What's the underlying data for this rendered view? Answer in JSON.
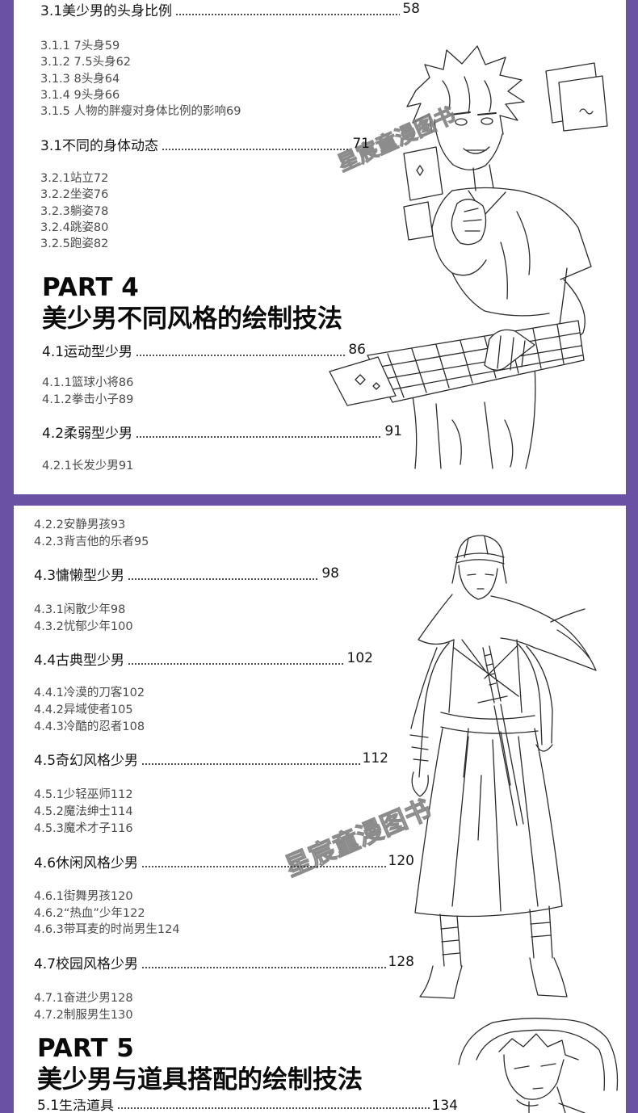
{
  "colors": {
    "frame": "#6b51a3",
    "page": "#ffffff",
    "heading_text": "#141414",
    "subitem_text": "#4a4a4a"
  },
  "watermark": {
    "text": "星宸童漫图书"
  },
  "page_1": {
    "sections": [
      {
        "title": "3.1美少男的头身比例",
        "page": "58",
        "items": [
          "3.1.1 7头身59",
          "3.1.2 7.5头身62",
          "3.1.3 8头身64",
          "3.1.4 9头身66",
          "3.1.5 人物的胖瘦对身体比例的影响69"
        ]
      },
      {
        "title": "3.1不同的身体动态",
        "page": "71",
        "items": [
          "3.2.1站立72",
          "3.2.2坐姿76",
          "3.2.3躺姿78",
          "3.2.4跳姿80",
          "3.2.5跑姿82"
        ]
      },
      {
        "title": "4.1运动型少男",
        "page": "86",
        "items": [
          "4.1.1篮球小将86",
          "4.1.2拳击小子89"
        ]
      },
      {
        "title": "4.2柔弱型少男",
        "page": "91",
        "items": [
          "4.2.1长发少男91"
        ]
      }
    ],
    "part": {
      "label": "PART 4",
      "title": "美少男不同风格的绘制技法"
    }
  },
  "page_2": {
    "continued_items": [
      "4.2.2安静男孩93",
      "4.2.3背吉他的乐者95"
    ],
    "sections": [
      {
        "title": "4.3慵懒型少男",
        "page": "98",
        "items": [
          "4.3.1闲散少年98",
          "4.3.2忧郁少年100"
        ]
      },
      {
        "title": "4.4古典型少男",
        "page": "102",
        "items": [
          "4.4.1冷漠的刀客102",
          "4.4.2异域使者105",
          "4.4.3冷酷的忍者108"
        ]
      },
      {
        "title": "4.5奇幻风格少男",
        "page": "112",
        "items": [
          "4.5.1少轻巫师112",
          "4.5.2魔法绅士114",
          "4.5.3魔术才子116"
        ]
      },
      {
        "title": "4.6休闲风格少男",
        "page": "120",
        "items": [
          "4.6.1街舞男孩120",
          "4.6.2“热血”少年122",
          "4.6.3带耳麦的时尚男生124"
        ]
      },
      {
        "title": "4.7校园风格少男",
        "page": "128",
        "items": [
          "4.7.1奋进少男128",
          "4.7.2制服男生130"
        ]
      }
    ],
    "part": {
      "label": "PART 5",
      "title": "美少男与道具搭配的绘制技法"
    },
    "next_section": {
      "title": "5.1生活道具",
      "page": "134"
    }
  }
}
